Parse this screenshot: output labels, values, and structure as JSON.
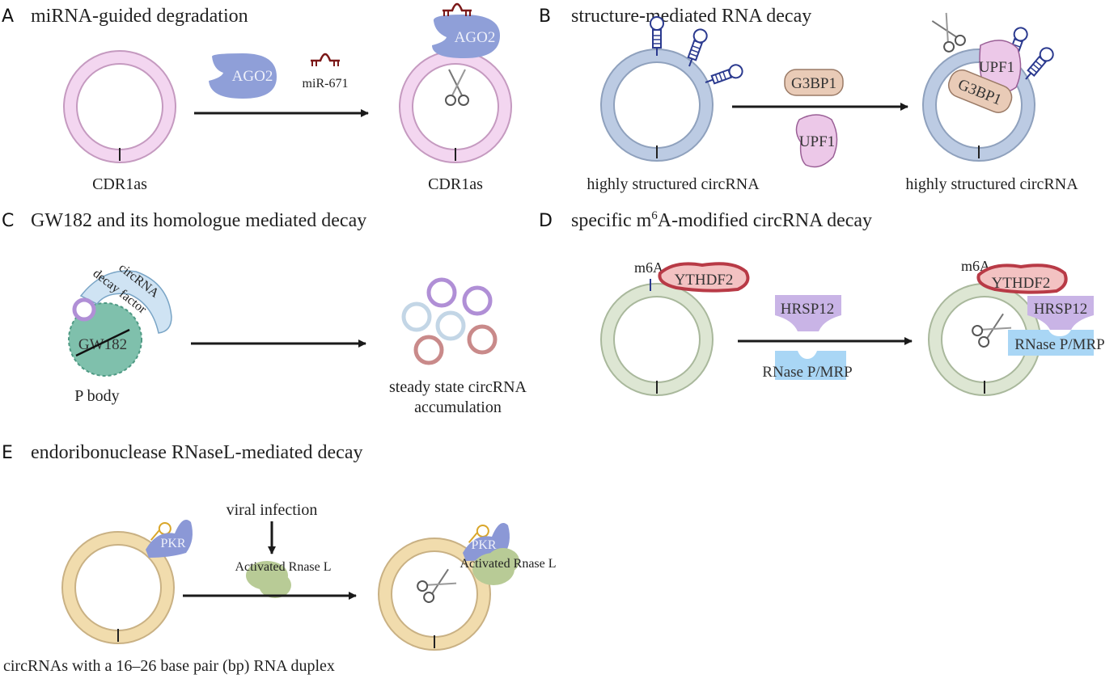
{
  "panels": {
    "a": {
      "letter": "A",
      "title": "miRNA-guided degradation",
      "protein": "AGO2",
      "mirna": "miR-671",
      "left_label": "CDR1as",
      "right_label": "CDR1as",
      "right_protein": "AGO2"
    },
    "b": {
      "letter": "B",
      "title": "structure-mediated RNA decay",
      "protein1": "G3BP1",
      "protein2": "UPF1",
      "left_label": "highly structured circRNA",
      "right_label": "highly structured circRNA",
      "right_protein1": "UPF1",
      "right_protein2": "G3BP1"
    },
    "c": {
      "letter": "C",
      "title": "GW182 and its homologue mediated decay",
      "factor_line1": "circRNA",
      "factor_line2": "decay factor",
      "gw182": "GW182",
      "pbody": "P body",
      "result_line1": "steady state  circRNA",
      "result_line2": "accumulation"
    },
    "d": {
      "letter": "D",
      "title_pre": "specific m",
      "title_sup": "6",
      "title_post": "A-modified circRNA decay",
      "mod": "m6A",
      "reader": "YTHDF2",
      "adaptor": "HRSP12",
      "nuclease": "RNase P/MRP",
      "right_mod": "m6A",
      "right_reader": "YTHDF2",
      "right_adaptor": "HRSP12",
      "right_nuclease": "RNase P/MRP"
    },
    "e": {
      "letter": "E",
      "title": "endoribonuclease RNaseL-mediated decay",
      "kinase": "PKR",
      "trigger": "viral infection",
      "nuclease": "Activated Rnase L",
      "right_kinase": "PKR",
      "right_nuclease": "Activated Rnase L",
      "bottom_label": "circRNAs with a 16–26 base pair (bp)  RNA duplex"
    }
  },
  "colors": {
    "pink_ring": "#f3d6f0",
    "pink_edge": "#c59ac0",
    "blue_ring": "#bccbe3",
    "blue_edge": "#8fa1bd",
    "green_ring": "#dde6d3",
    "green_edge": "#a9b89c",
    "tan_ring": "#f1dcad",
    "tan_edge": "#c9b184",
    "ago2": "#8f9fd8",
    "mirna": "#7b1818",
    "g3bp1": "#e9cbb7",
    "upf1": "#ecc8e8",
    "ythdf2": "#b83a46",
    "hrsp12": "#c9b4e6",
    "rnase_p": "#a9d6f5",
    "pkr": "#8b98d6",
    "rnasel": "#b8cb96",
    "pbody": "#7fc0ac",
    "arrow": "#1a1a1a"
  }
}
